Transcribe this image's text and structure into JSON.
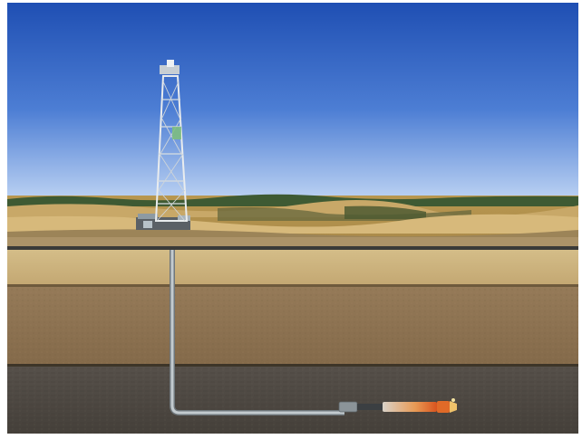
{
  "diagram": {
    "kind": "horizontal-drilling-cross-section",
    "components": [
      {
        "name": "sky",
        "icon": "sky"
      },
      {
        "name": "prairie-landscape",
        "icon": "grassland"
      },
      {
        "name": "drilling-rig",
        "icon": "derrick-tower"
      },
      {
        "name": "surface-soil-layer",
        "icon": "soil-layer"
      },
      {
        "name": "middle-rock-layer",
        "icon": "rock-layer"
      },
      {
        "name": "target-shale-layer",
        "icon": "shale-layer"
      },
      {
        "name": "wellbore",
        "icon": "l-shaped-pipe"
      },
      {
        "name": "drill-bit-assembly",
        "icon": "drill-bit"
      }
    ]
  },
  "colors": {
    "frame": "#ffffff",
    "sky_top": "#1f4fb3",
    "sky_bottom": "#b5cdf0",
    "grass": "#c9a86a",
    "surface_soil": "#cdb37c",
    "middle_rock": "#8d7250",
    "shale": "#4f4a42",
    "pipe": "#9aa3a8",
    "bit_hot": "#e0702a"
  }
}
